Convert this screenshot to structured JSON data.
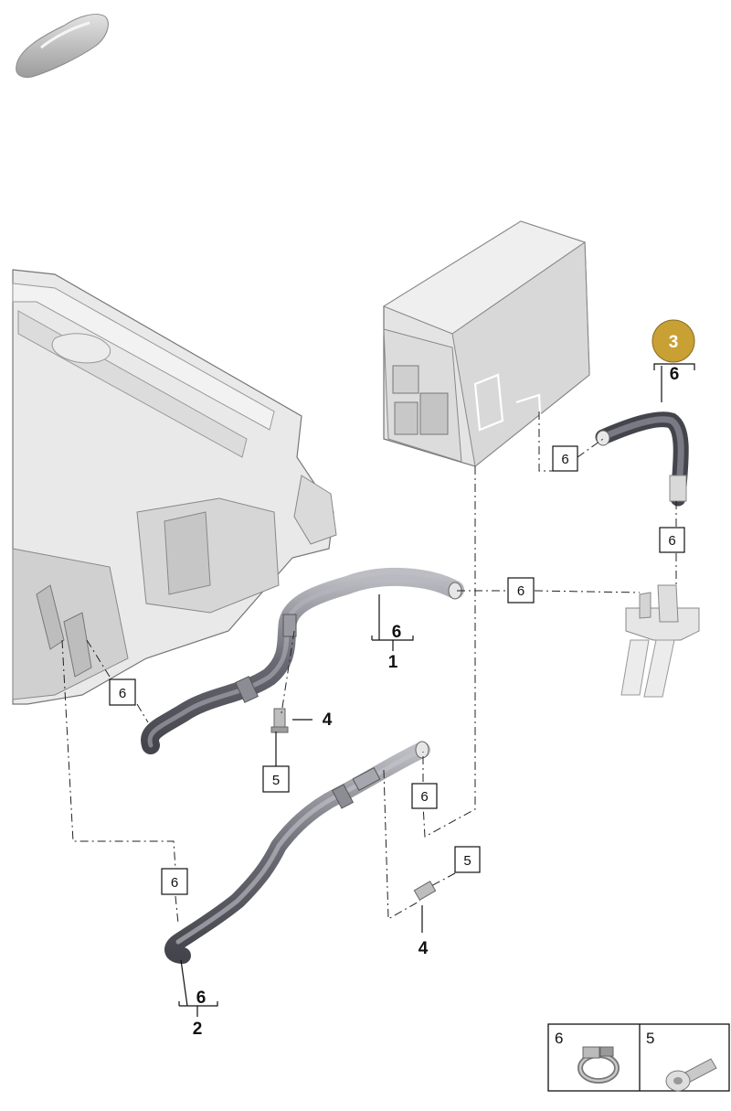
{
  "callouts": {
    "box_top_right": "6",
    "box_mid_right": "6",
    "box_center": "6",
    "box_left": "6",
    "box_bolt_upper": "5",
    "box_lower_mid": "6",
    "box_bolt_lower": "5",
    "box_lower_left": "6"
  },
  "parts": {
    "hose_1": {
      "number": "1",
      "clamp": "6"
    },
    "hose_2": {
      "number": "2",
      "clamp": "6"
    },
    "hose_3": {
      "number": "3",
      "clamp": "6"
    },
    "bolt_upper": "4",
    "bolt_lower": "4"
  },
  "legend": {
    "clamp_number": "6",
    "bolt_number": "5"
  },
  "colors": {
    "highlight_badge": "#c9a034",
    "hose_dark": "#55555f",
    "hose_light": "#9a9aa2",
    "housing": "#e6e6e6"
  }
}
